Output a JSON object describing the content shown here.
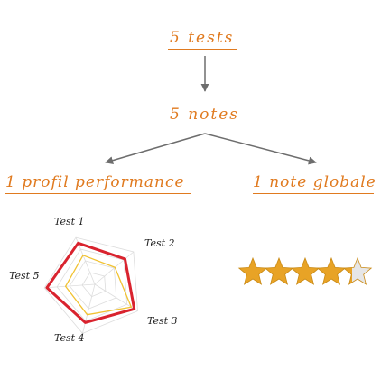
{
  "top_label": "5 tests",
  "middle_label": "5 notes",
  "left_label": "1 profil performance",
  "right_label": "1 note globale",
  "radar": {
    "axes": [
      "Test 1",
      "Test 2",
      "Test 3",
      "Test 4",
      "Test 5"
    ],
    "outer_values": [
      0.88,
      0.78,
      0.92,
      0.78,
      0.95
    ],
    "inner_values": [
      0.62,
      0.52,
      0.85,
      0.62,
      0.58
    ],
    "rings": 4,
    "colors": {
      "outer": "#d9232e",
      "inner": "#f1c232",
      "grid": "#dddddd"
    }
  },
  "rating": {
    "value": 4.3,
    "max": 5,
    "colors": {
      "fill": "#e8a326",
      "empty": "#e6e6e6"
    }
  },
  "colors": {
    "accent": "#e07a1f",
    "arrow": "#6d6d6d"
  }
}
